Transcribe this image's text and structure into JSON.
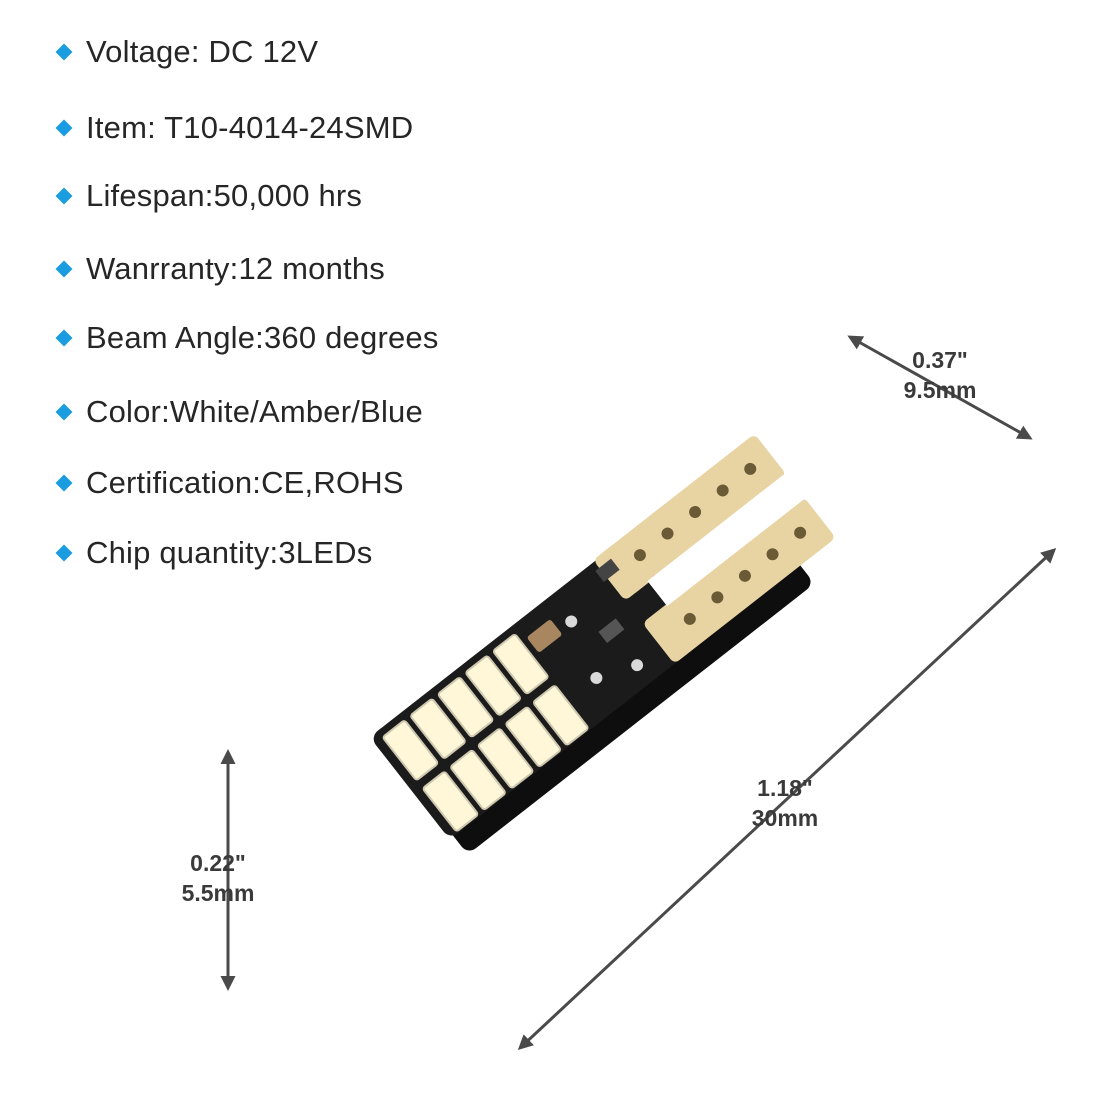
{
  "specs": [
    {
      "text": "Voltage: DC 12V"
    },
    {
      "text": "Item: T10-4014-24SMD"
    },
    {
      "text": "Lifespan:50,000 hrs"
    },
    {
      "text": "Wanrranty:12 months"
    },
    {
      "text": "Beam Angle:360 degrees"
    },
    {
      "text": "Color:White/Amber/Blue"
    },
    {
      "text": "Certification:CE,ROHS"
    },
    {
      "text": "Chip quantity:3LEDs"
    }
  ],
  "dimensions": {
    "width": {
      "inch": "0.37\"",
      "mm": "9.5mm"
    },
    "length": {
      "inch": "1.18\"",
      "mm": "30mm"
    },
    "thickness": {
      "inch": "0.22\"",
      "mm": "5.5mm"
    }
  },
  "colors": {
    "bullet": "#1c9ce0",
    "pcb": "#1b1b1b",
    "gold_pad": "#e8d3a2",
    "led": "#fff7d8",
    "arrow": "#4a4a4a"
  }
}
